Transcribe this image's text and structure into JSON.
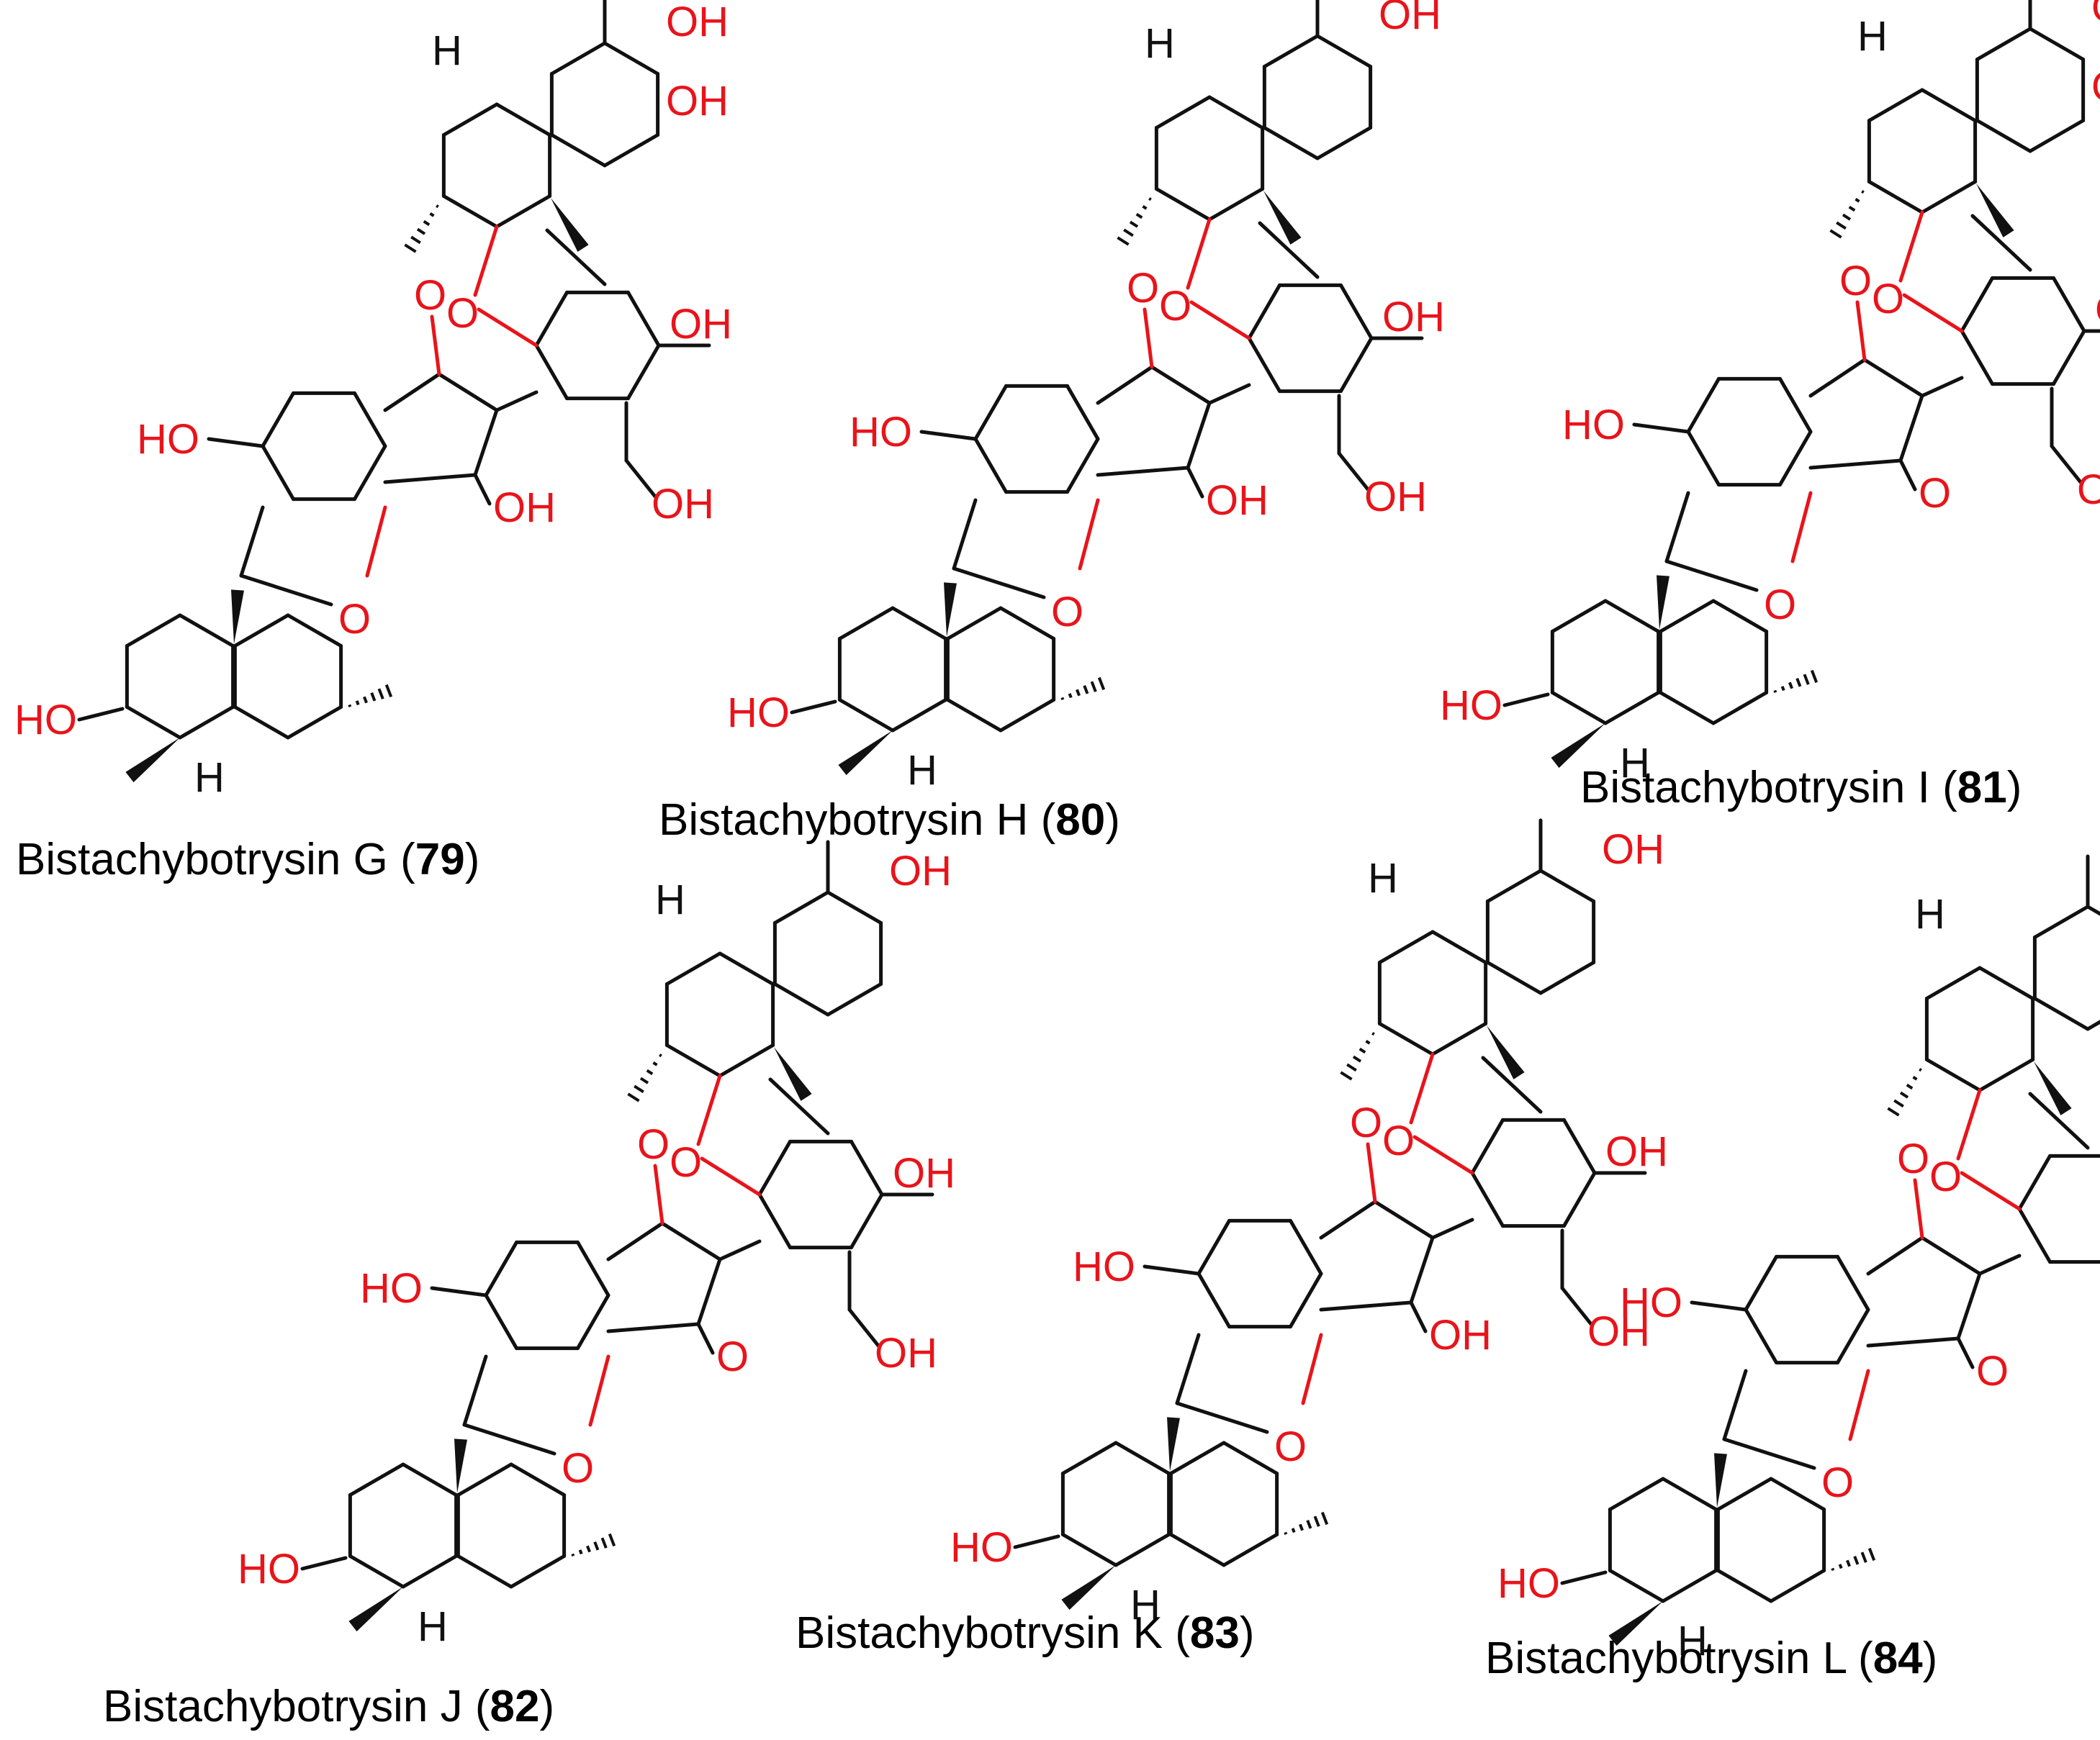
{
  "colors": {
    "heteroatom": "#e8141b",
    "carbon": "#111111",
    "background": "#ffffff"
  },
  "compounds": [
    {
      "name": "Bistachybotrysin G",
      "number": "79"
    },
    {
      "name": "Bistachybotrysin H",
      "number": "80"
    },
    {
      "name": "Bistachybotrysin I",
      "number": "81"
    },
    {
      "name": "Bistachybotrysin J",
      "number": "82"
    },
    {
      "name": "Bistachybotrysin K",
      "number": "83"
    },
    {
      "name": "Bistachybotrysin L",
      "number": "84"
    }
  ],
  "atom_labels": {
    "OH": "OH",
    "HO": "HO",
    "O": "O",
    "H": "H"
  }
}
